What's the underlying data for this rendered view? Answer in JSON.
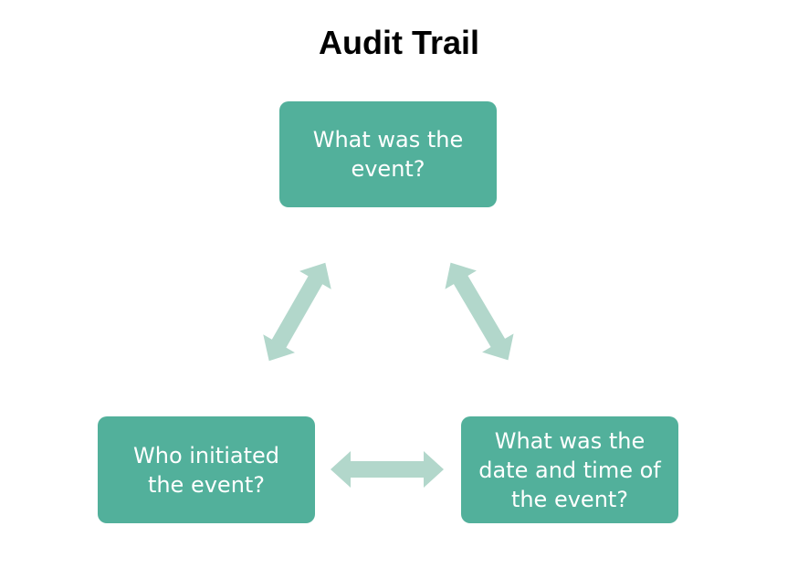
{
  "title": "Audit Trail",
  "colors": {
    "node_fill": "#52b09b",
    "node_text": "#ffffff",
    "arrow_fill": "#b2d7cb",
    "title_text": "#000000"
  },
  "nodes": {
    "top": {
      "label": "What was the event?"
    },
    "left": {
      "label": "Who initiated the event?"
    },
    "right": {
      "label": "What was the date and time of the event?"
    }
  },
  "connectors": [
    {
      "from": "top",
      "to": "left",
      "style": "double-headed-arrow"
    },
    {
      "from": "top",
      "to": "right",
      "style": "double-headed-arrow"
    },
    {
      "from": "left",
      "to": "right",
      "style": "double-headed-arrow"
    }
  ]
}
